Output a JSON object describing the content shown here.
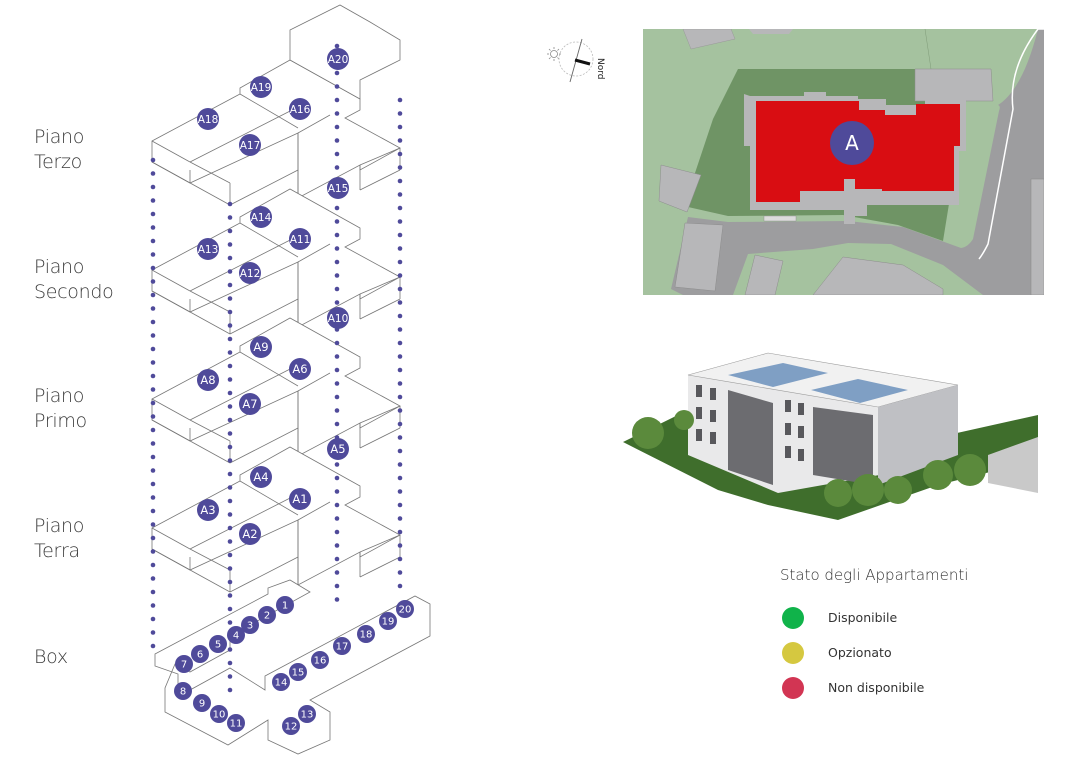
{
  "floors": [
    {
      "id": "terzo",
      "lines": [
        "Piano",
        "Terzo"
      ],
      "units": [
        "A16",
        "A17",
        "A18",
        "A19",
        "A20"
      ]
    },
    {
      "id": "secondo",
      "lines": [
        "Piano",
        "Secondo"
      ],
      "units": [
        "A11",
        "A12",
        "A13",
        "A14",
        "A15"
      ]
    },
    {
      "id": "primo",
      "lines": [
        "Piano",
        "Primo"
      ],
      "units": [
        "A6",
        "A7",
        "A8",
        "A9",
        "A10"
      ]
    },
    {
      "id": "terra",
      "lines": [
        "Piano",
        "Terra"
      ],
      "units": [
        "A1",
        "A2",
        "A3",
        "A4",
        "A5"
      ]
    },
    {
      "id": "box",
      "lines": [
        "Box"
      ],
      "units": [
        "1",
        "2",
        "3",
        "4",
        "5",
        "6",
        "7",
        "8",
        "9",
        "10",
        "11",
        "12",
        "13",
        "14",
        "15",
        "16",
        "17",
        "18",
        "19",
        "20"
      ]
    }
  ],
  "compass": {
    "label": "Nord",
    "icon": "sun-icon"
  },
  "site_plan": {
    "building_label": "A"
  },
  "legend": {
    "title": "Stato degli Appartamenti",
    "items": [
      {
        "label": "Disponibile",
        "color": "#10b34a"
      },
      {
        "label": "Opzionato",
        "color": "#d5c840"
      },
      {
        "label": "Non disponibile",
        "color": "#d23553"
      }
    ]
  },
  "colors": {
    "badge": "#4f4a9a",
    "unavailable_fill": "#d90d12",
    "grass": "#a5c29f",
    "garden": "#6f9465",
    "paving": "#b7b7b9"
  }
}
